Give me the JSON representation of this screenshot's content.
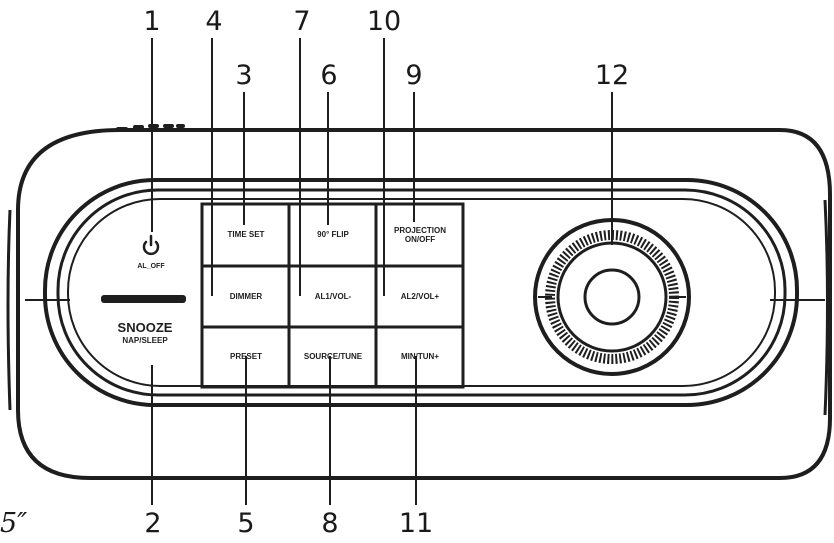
{
  "callouts": [
    "1",
    "4",
    "7",
    "10",
    "3",
    "6",
    "9",
    "12",
    "2",
    "5",
    "8",
    "11"
  ],
  "power": {
    "icon": "power-icon",
    "label": "AL_OFF"
  },
  "snooze": {
    "title": "SNOOZE",
    "subtitle": "NAP/SLEEP"
  },
  "keys": {
    "time_set": "TIME SET",
    "flip": "90° FLIP",
    "projection": "PROJECTION\nON/OFF",
    "dimmer": "DIMMER",
    "al1_vol": "AL1/VOL-",
    "al2_vol": "AL2/VOL+",
    "preset": "PRESET",
    "source": "SOURCE/TUNE",
    "min_tun": "MIN/TUN+"
  },
  "stray_text": "5″",
  "colors": {
    "line": "#1e1e1e",
    "background": "#ffffff"
  }
}
